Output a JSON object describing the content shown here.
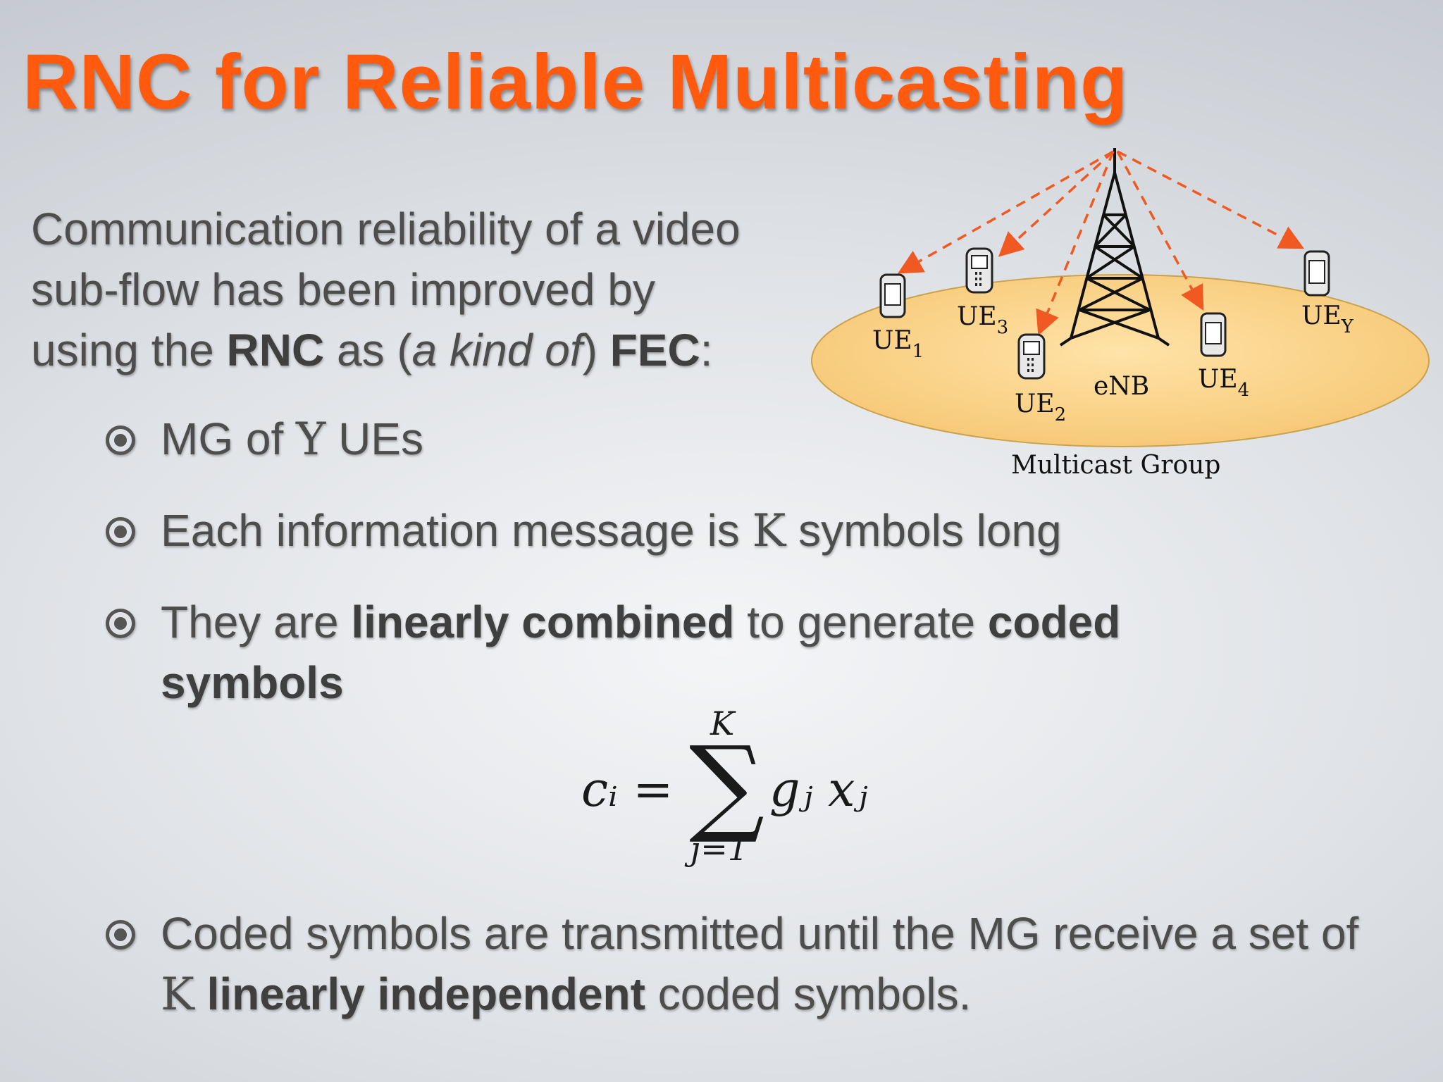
{
  "title": "RNC for Reliable Multicasting",
  "intro": {
    "line1": "Communication reliability of a video",
    "line2": "sub-flow has been improved by",
    "line3_pre": "using the ",
    "rnc": "RNC",
    "as": " as (",
    "kind_of": "a kind of",
    "close": ") ",
    "fec": "FEC",
    "colon": ":"
  },
  "bullets": {
    "b1_pre": "MG of ",
    "b1_var": "Y",
    "b1_post": " UEs",
    "b2_pre": "Each information message is ",
    "b2_var": "K",
    "b2_post": " symbols long",
    "b3_pre": "They are ",
    "b3_bold1": "linearly combined",
    "b3_mid": " to generate ",
    "b3_bold2": "coded symbols",
    "b4_pre": "Coded symbols are transmitted until the MG receive a set of ",
    "b4_var": "K",
    "b4_sp": " ",
    "b4_bold": "linearly independent",
    "b4_post": " coded symbols."
  },
  "formula": {
    "lhs": "cᵢ =",
    "sigma": "∑",
    "upper": "K",
    "lower": "j=1",
    "rhs": "gⱼ xⱼ"
  },
  "diagram": {
    "ue1": "UE",
    "ue1_sub": "1",
    "ue2": "UE",
    "ue2_sub": "2",
    "ue3": "UE",
    "ue3_sub": "3",
    "ue4": "UE",
    "ue4_sub": "4",
    "uey": "UE",
    "uey_sub": "Y",
    "enb": "eNB",
    "group": "Multicast Group",
    "arrow_color": "#f05a22",
    "ellipse_color": "#fbd38a"
  }
}
